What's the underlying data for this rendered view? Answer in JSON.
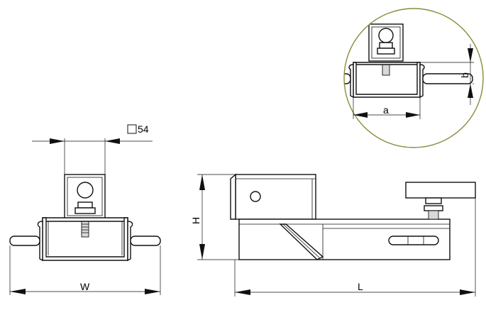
{
  "labels": {
    "square_size": "54",
    "width": "W",
    "height": "H",
    "length": "L",
    "detail_a": "a",
    "detail_b": "b"
  },
  "colors": {
    "lines": "#111111",
    "detail_circle": "#8a8a3a",
    "shading": "#d9d9d9"
  },
  "icons": {
    "square_symbol": "square-symbol-icon"
  }
}
